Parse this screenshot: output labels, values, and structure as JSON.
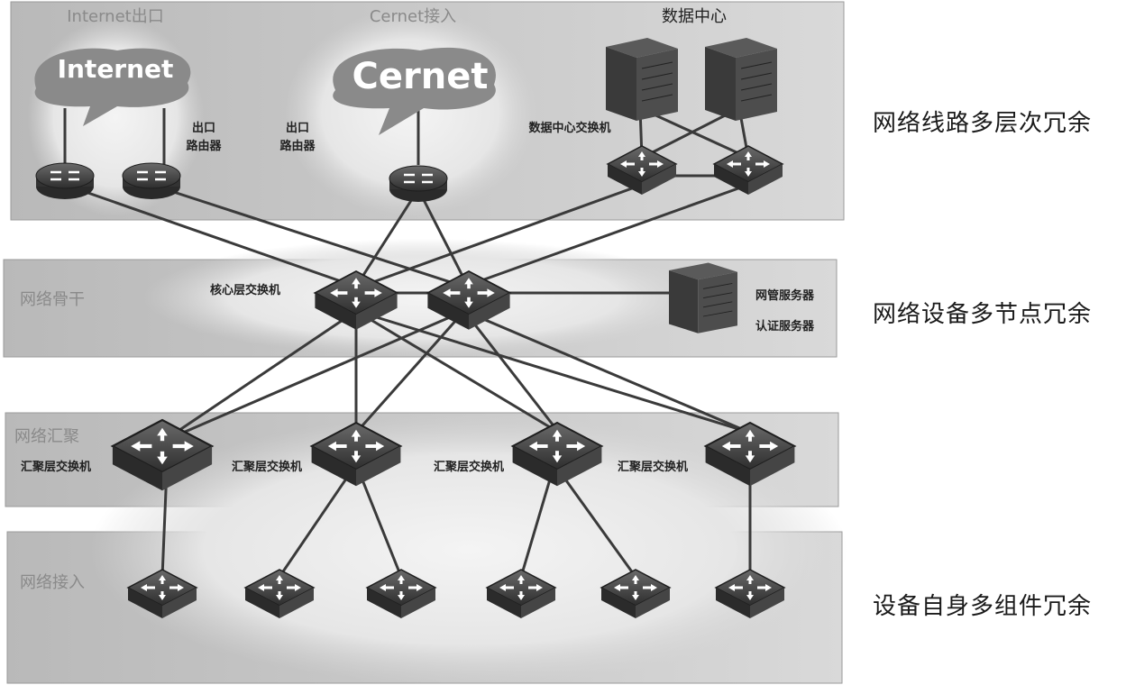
{
  "tiers": {
    "exit": {
      "internet_exit_label": "Internet出口",
      "internet_cloud": "Internet",
      "cernet_access_label": "Cernet接入",
      "cernet_cloud": "Cernet",
      "datacenter_label": "数据中心",
      "exit_router_label_a": "出口\n路由器",
      "exit_router_label_b": "出口\n路由器",
      "dc_switch_label": "数据中心交换机"
    },
    "backbone": {
      "title": "网络骨干",
      "core_switch_label": "核心层交换机",
      "server_labels": [
        "网管服务器",
        "认证服务器"
      ]
    },
    "aggregation": {
      "title": "网络汇聚",
      "switch_labels": [
        "汇聚层交换机",
        "汇聚层交换机",
        "汇聚层交换机",
        "汇聚层交换机"
      ]
    },
    "access": {
      "title": "网络接入"
    }
  },
  "side_labels": [
    "网络线路多层次冗余",
    "网络设备多节点冗余",
    "设备自身多组件冗余"
  ],
  "colors": {
    "band_fill": "#cfcfcf",
    "band_stroke": "#9a9a9a",
    "device_dark": "#3c3c3c",
    "cloud_fill": "#8e8e8e",
    "line": "#3a3a3a"
  }
}
